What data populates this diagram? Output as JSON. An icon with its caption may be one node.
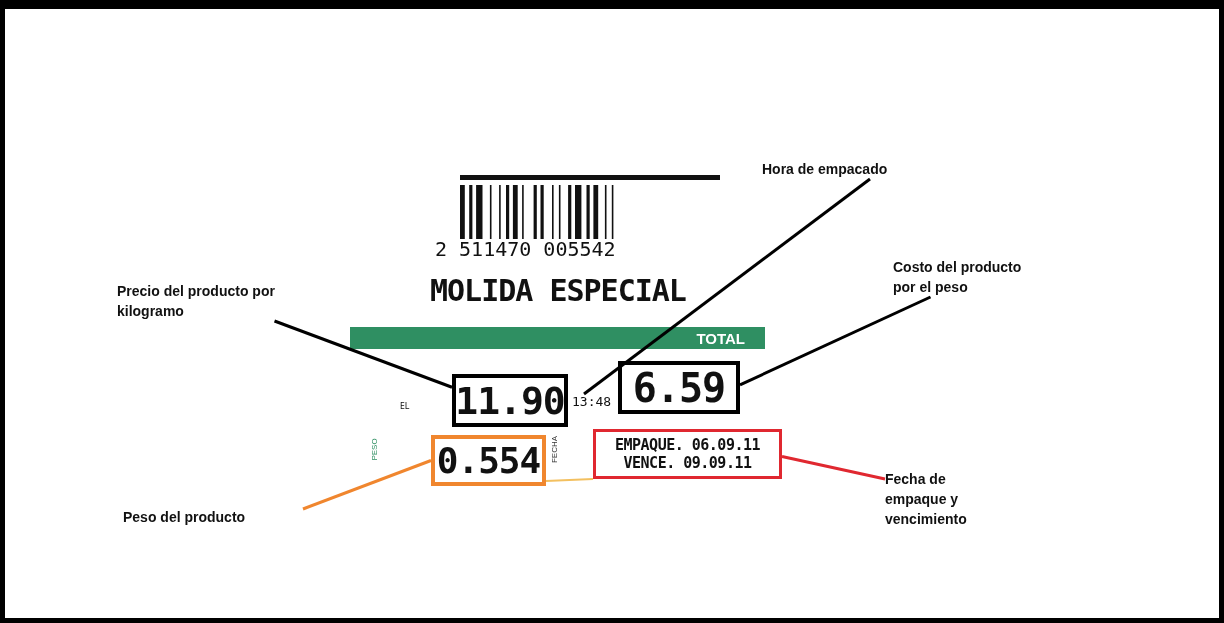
{
  "diagram": {
    "nodes": [
      {
        "text": [
          "Precio del producto por kilogramo"
        ]
      },
      {
        "text": [
          "11.90"
        ]
      },
      {
        "text": [
          "Hora de empacado"
        ]
      },
      {
        "text": [
          "13:48"
        ]
      },
      {
        "text": [
          "Costo del producto por el peso"
        ]
      },
      {
        "text": [
          "6.59"
        ]
      },
      {
        "text": [
          "0.554"
        ]
      },
      {
        "text": [
          "Peso del producto"
        ]
      },
      {
        "text": [
          "EMPAQUE. 06.09.11",
          "VENCE. 09.09.11"
        ]
      },
      {
        "text": [
          "Fecha de empaque y vencimiento"
        ]
      }
    ],
    "edges": [
      {
        "from": 0,
        "to": 1,
        "arrow": "none"
      },
      {
        "from": 2,
        "to": 3,
        "arrow": "none"
      },
      {
        "from": 4,
        "to": 5,
        "arrow": "none"
      },
      {
        "from": 7,
        "to": 6,
        "arrow": "none",
        "color": "#f0862e"
      },
      {
        "from": 9,
        "to": 8,
        "arrow": "none",
        "color": "#e02830"
      }
    ],
    "labels": [
      "2 511470 005542",
      "MOLIDA ESPECIAL",
      "TOTAL",
      "EL",
      "PESO",
      "FECHA"
    ]
  }
}
